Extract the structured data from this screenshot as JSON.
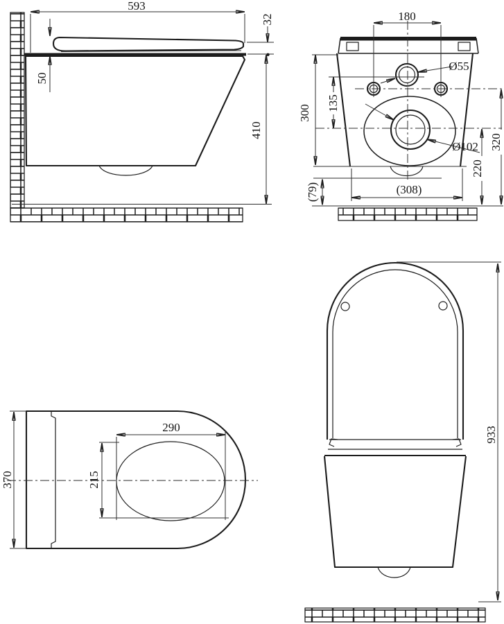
{
  "views": {
    "side": {
      "overall_depth": "593",
      "lid_thickness": "32",
      "rim_offset": "50",
      "bowl_height": "410"
    },
    "rear": {
      "bolt_hole_spacing": "180",
      "inlet_diameter": "Ø55",
      "inlet_to_outlet": "135",
      "body_height": "300",
      "outlet_diameter": "Ø102",
      "bolt_height_from_floor": "320",
      "outlet_height_from_floor": "220",
      "outlet_bottom_clearance": "(79)",
      "body_bottom_width": "(308)"
    },
    "top": {
      "overall_width": "370",
      "bowl_opening_length": "290",
      "bowl_opening_width": "215"
    },
    "front": {
      "overall_height_lid_open": "933"
    }
  }
}
